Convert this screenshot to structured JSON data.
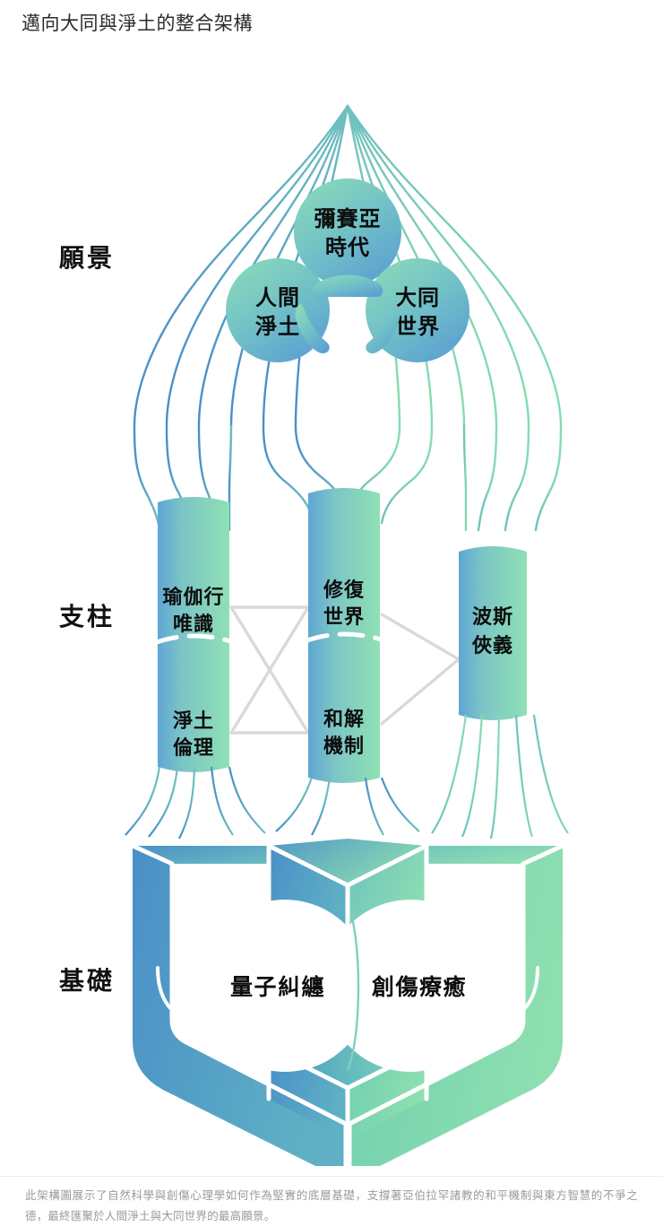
{
  "page": {
    "title": "邁向大同與淨土的整合架構",
    "caption": "此架構圖展示了自然科學與創傷心理學如何作為堅實的底層基礎，支撐著亞伯拉罕諸教的和平機制與東方智慧的不爭之德，最終匯聚於人間淨土與大同世界的最高願景。"
  },
  "tiers": {
    "vision": "願景",
    "pillars": "支柱",
    "foundation": "基礎"
  },
  "vision_nodes": {
    "top": {
      "line1": "彌賽亞",
      "line2": "時代"
    },
    "left": {
      "line1": "人間",
      "line2": "淨土"
    },
    "right": {
      "line1": "大同",
      "line2": "世界"
    }
  },
  "pillar_nodes": {
    "left_upper": {
      "line1": "瑜伽行",
      "line2": "唯識"
    },
    "left_lower": {
      "line1": "淨土",
      "line2": "倫理"
    },
    "center_upper": {
      "line1": "修復",
      "line2": "世界"
    },
    "center_lower": {
      "line1": "和解",
      "line2": "機制"
    },
    "right": {
      "line1": "波斯",
      "line2": "俠義"
    }
  },
  "foundation_nodes": {
    "left": "量子糾纏",
    "right": "創傷療癒"
  },
  "colors": {
    "blue": "#4a8fc8",
    "teal": "#5fb3c4",
    "green": "#7ed9a8",
    "mint": "#8fdcb4",
    "connector_gray": "#d9d9d9",
    "title_text": "#2b2b2b",
    "caption_text": "#9a9a9a",
    "node_text": "#0d0d0d",
    "background": "#ffffff"
  }
}
